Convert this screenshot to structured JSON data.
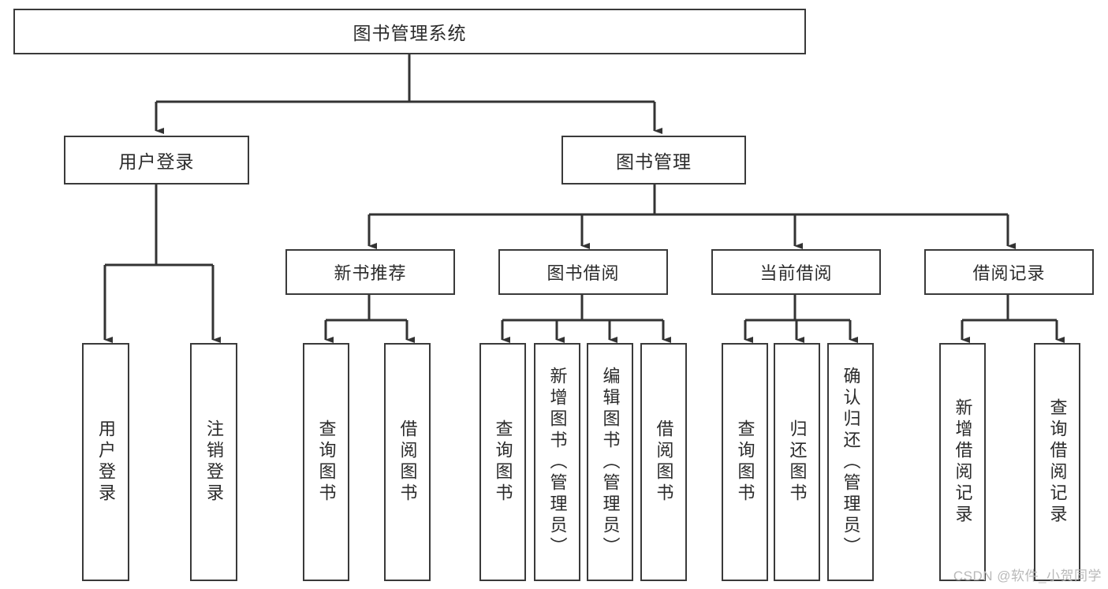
{
  "diagram": {
    "type": "tree-hierarchy",
    "title": "图书管理系统",
    "root": {
      "id": "root",
      "label": "图书管理系统"
    },
    "level2": [
      {
        "id": "user-login",
        "label": "用户登录"
      },
      {
        "id": "book-manage",
        "label": "图书管理"
      }
    ],
    "level3": [
      {
        "id": "new-book-rec",
        "label": "新书推荐",
        "parent": "book-manage"
      },
      {
        "id": "book-borrow",
        "label": "图书借阅",
        "parent": "book-manage"
      },
      {
        "id": "current-borrow",
        "label": "当前借阅",
        "parent": "book-manage"
      },
      {
        "id": "borrow-record",
        "label": "借阅记录",
        "parent": "book-manage"
      }
    ],
    "leaves": [
      {
        "id": "leaf-user-login",
        "label": "用户登录",
        "parent": "user-login"
      },
      {
        "id": "leaf-user-logout",
        "label": "注销登录",
        "parent": "user-login"
      },
      {
        "id": "leaf-query-book-1",
        "label": "查询图书",
        "parent": "new-book-rec"
      },
      {
        "id": "leaf-borrow-book-1",
        "label": "借阅图书",
        "parent": "new-book-rec"
      },
      {
        "id": "leaf-query-book-2",
        "label": "查询图书",
        "parent": "book-borrow"
      },
      {
        "id": "leaf-add-book",
        "label": "新增图书（管理员）",
        "parent": "book-borrow"
      },
      {
        "id": "leaf-edit-book",
        "label": "编辑图书（管理员）",
        "parent": "book-borrow"
      },
      {
        "id": "leaf-borrow-book-2",
        "label": "借阅图书",
        "parent": "book-borrow"
      },
      {
        "id": "leaf-query-book-3",
        "label": "查询图书",
        "parent": "current-borrow"
      },
      {
        "id": "leaf-return-book",
        "label": "归还图书",
        "parent": "current-borrow"
      },
      {
        "id": "leaf-confirm-return",
        "label": "确认归还（管理员）",
        "parent": "current-borrow"
      },
      {
        "id": "leaf-add-record",
        "label": "新增借阅记录",
        "parent": "borrow-record"
      },
      {
        "id": "leaf-query-record",
        "label": "查询借阅记录",
        "parent": "borrow-record"
      }
    ],
    "colors": {
      "border": "#3a3a3a",
      "connector": "#333333",
      "text": "#2b2b2b",
      "background": "#ffffff",
      "watermark": "#b9b9b9"
    }
  },
  "watermark": {
    "text": "CSDN @软件_小贺同学"
  }
}
